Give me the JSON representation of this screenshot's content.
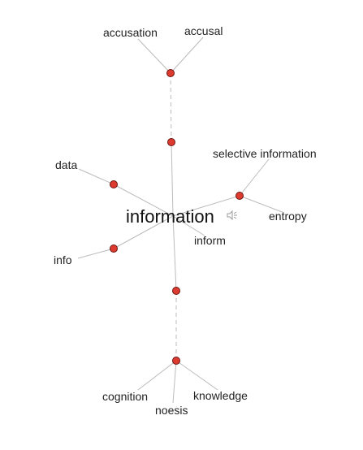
{
  "center": {
    "word": "information",
    "speaker_icon": "speaker-icon"
  },
  "labels": {
    "accusation": "accusation",
    "accusal": "accusal",
    "selective_information": "selective information",
    "data": "data",
    "entropy": "entropy",
    "inform": "inform",
    "info": "info",
    "cognition": "cognition",
    "knowledge": "knowledge",
    "noesis": "noesis"
  },
  "colors": {
    "node_fill": "#dd3b30",
    "node_stroke": "#6b1410",
    "edge": "#bbbbbb",
    "dashed_edge": "#bbbbbb"
  }
}
